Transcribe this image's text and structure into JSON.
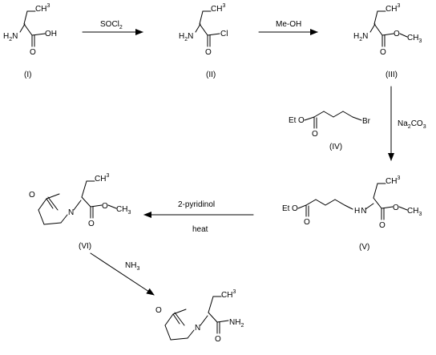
{
  "compounds": {
    "c1": {
      "label": "(I)",
      "ch3": "CH",
      "ch3_sub": "3",
      "nh2": "H",
      "nh2_sub": "2",
      "nh2_tail": "N",
      "oh": "OH",
      "o": "O"
    },
    "c2": {
      "label": "(II)",
      "ch3": "CH",
      "ch3_sub": "3",
      "nh2": "H",
      "nh2_sub": "2",
      "nh2_tail": "N",
      "cl": "Cl",
      "o": "O"
    },
    "c3": {
      "label": "(III)",
      "ch3": "CH",
      "ch3_sub": "3",
      "nh2": "H",
      "nh2_sub": "2",
      "nh2_tail": "N",
      "o_ester": "O",
      "ch3_ester": "CH",
      "ch3_ester_sub": "3",
      "o": "O"
    },
    "c4": {
      "label": "(IV)",
      "et": "Et",
      "o_ester": "O",
      "o": "O",
      "br": "Br"
    },
    "c5": {
      "label": "(V)",
      "ch3": "CH",
      "ch3_sub": "3",
      "et": "Et",
      "o_left": "O",
      "o_left_dbl": "O",
      "nh": "H",
      "nh_n": "N",
      "o_ester": "O",
      "ch3_ester": "CH",
      "ch3_ester_sub": "3",
      "o": "O"
    },
    "c6": {
      "label": "(VI)",
      "ch3": "CH",
      "ch3_sub": "3",
      "o_ring": "O",
      "n": "N",
      "o_ester": "O",
      "ch3_ester": "CH",
      "ch3_ester_sub": "3",
      "o": "O"
    },
    "c7": {
      "ch3": "CH",
      "ch3_sub": "3",
      "o_ring": "O",
      "n": "N",
      "nh2": "NH",
      "nh2_sub": "2",
      "o": "O"
    }
  },
  "reactions": {
    "r1": {
      "reagent": "SOCl",
      "reagent_sub": "2"
    },
    "r2": {
      "reagent": "Me-OH"
    },
    "r3": {
      "reagent": "Na",
      "reagent_sub1": "2",
      "reagent_mid": "CO",
      "reagent_sub2": "3"
    },
    "r4": {
      "reagent_top": "2-pyridinol",
      "reagent_bottom": "heat"
    },
    "r5": {
      "reagent": "NH",
      "reagent_sub": "3"
    }
  }
}
